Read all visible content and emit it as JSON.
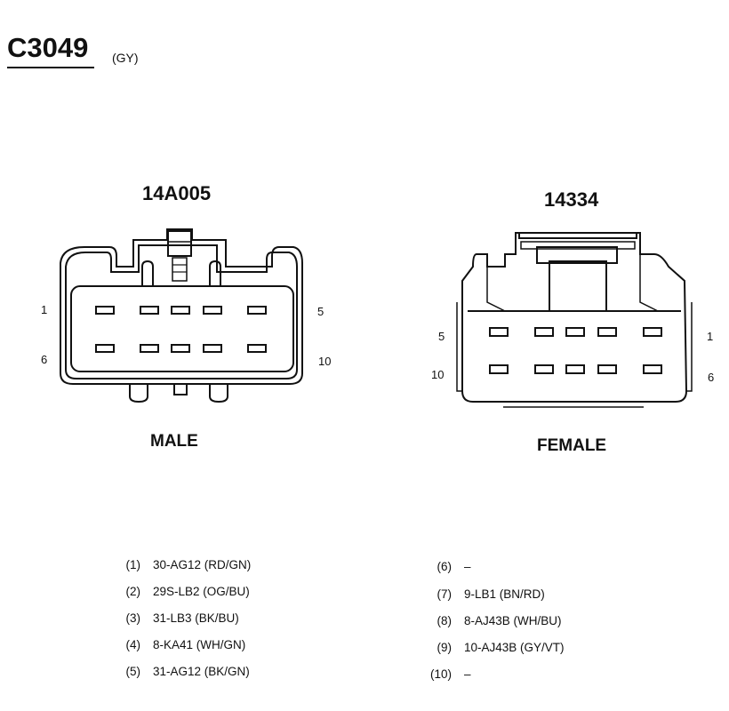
{
  "connector": {
    "id": "C3049",
    "color": "(GY)"
  },
  "male": {
    "part_number": "14A005",
    "label": "MALE",
    "pins": {
      "p1": "1",
      "p5": "5",
      "p6": "6",
      "p10": "10"
    }
  },
  "female": {
    "part_number": "14334",
    "label": "FEMALE",
    "pins": {
      "p5": "5",
      "p1": "1",
      "p10": "10",
      "p6": "6"
    }
  },
  "pinout_left": [
    {
      "pos": "(1)",
      "circuit": "30-AG12 (RD/GN)"
    },
    {
      "pos": "(2)",
      "circuit": "29S-LB2 (OG/BU)"
    },
    {
      "pos": "(3)",
      "circuit": "31-LB3 (BK/BU)"
    },
    {
      "pos": "(4)",
      "circuit": "8-KA41 (WH/GN)"
    },
    {
      "pos": "(5)",
      "circuit": "31-AG12 (BK/GN)"
    }
  ],
  "pinout_right": [
    {
      "pos": "(6)",
      "circuit": "–"
    },
    {
      "pos": "(7)",
      "circuit": "9-LB1 (BN/RD)"
    },
    {
      "pos": "(8)",
      "circuit": "8-AJ43B (WH/BU)"
    },
    {
      "pos": "(9)",
      "circuit": "10-AJ43B (GY/VT)"
    },
    {
      "pos": "(10)",
      "circuit": "–"
    }
  ]
}
